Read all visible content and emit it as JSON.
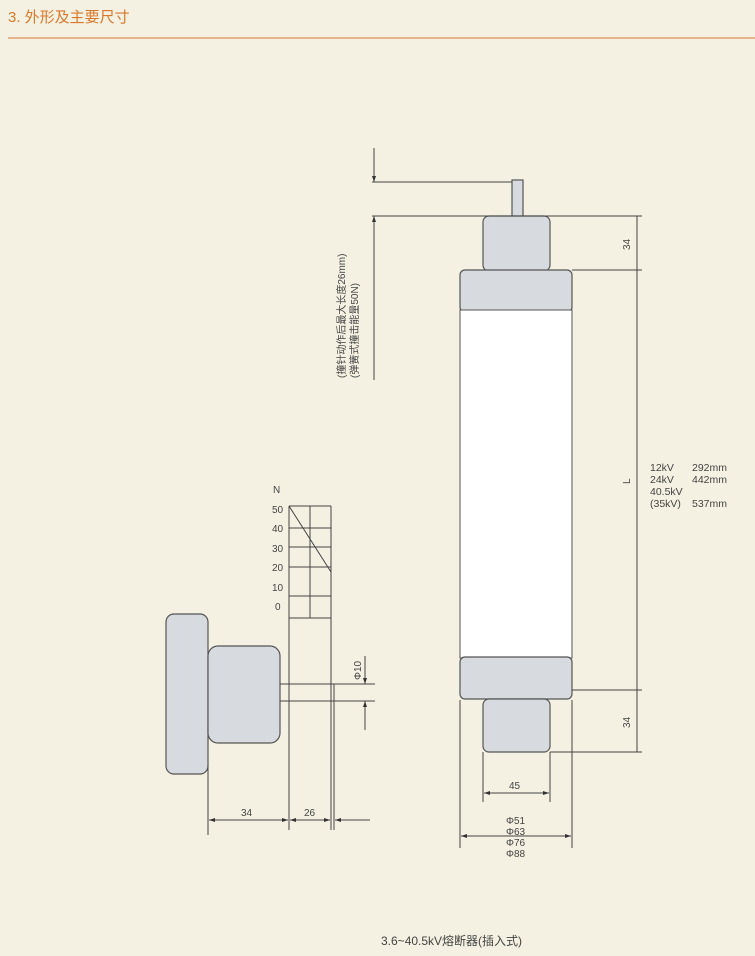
{
  "title": "3. 外形及主要尺寸",
  "caption": "3.6~40.5kV熔断器(插入式)",
  "notes": {
    "stroke_length": "(撞针动作后最大长度26mm)",
    "energy": "(弹簧式撞击能量50N)"
  },
  "dims": {
    "top_cap": "34",
    "bottom_cap": "34",
    "length": "L",
    "cap_width": "45",
    "pin_dia": "Φ10",
    "left_cap": "34",
    "stroke": "26"
  },
  "diameters": [
    "Φ51",
    "Φ63",
    "Φ76",
    "Φ88"
  ],
  "force_scale": {
    "unit": "N",
    "ticks": [
      "50",
      "40",
      "30",
      "20",
      "10",
      "0"
    ]
  },
  "specs": [
    {
      "voltage": "12kV",
      "length": "292mm"
    },
    {
      "voltage": "24kV",
      "length": "442mm"
    },
    {
      "voltage": "40.5kV",
      "length": ""
    },
    {
      "voltage": "(35kV)",
      "length": "537mm"
    }
  ]
}
